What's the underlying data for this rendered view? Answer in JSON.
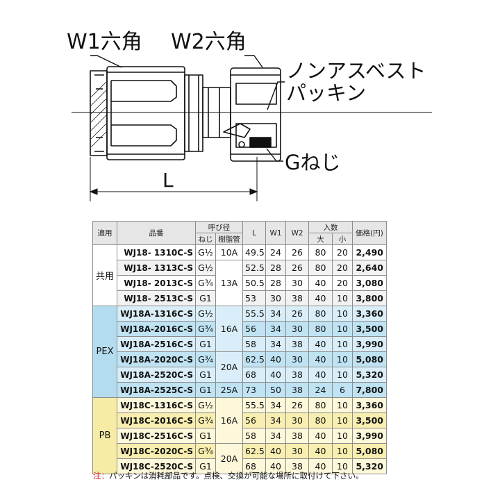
{
  "drawing": {
    "label_w1": "W1六角",
    "label_w2": "W2六角",
    "label_packing_line1": "ノンアスベスト",
    "label_packing_line2": "パッキン",
    "label_gthread": "Gねじ",
    "label_l": "L"
  },
  "colors": {
    "header_bg": "#e6e6e6",
    "pex_bg": "#d9eef8",
    "pex_band": "#bfe3f3",
    "pex_category": "#b4dcef",
    "pb_bg": "#fdf8d9",
    "pb_band": "#f8eeaf",
    "pb_category": "#f6eca6",
    "note_mark": "#d8192a"
  },
  "table": {
    "headers": {
      "usage": "適用",
      "part_no": "品番",
      "nominal": "呼び径",
      "thread": "ねじ",
      "resin_pipe": "樹脂管",
      "l": "L",
      "w1": "W1",
      "w2": "W2",
      "qty": "入数",
      "large": "大",
      "small": "小",
      "price": "価格(円)"
    },
    "groups": [
      {
        "name": "共用",
        "rows": [
          {
            "part": "WJ18-  1310C-S",
            "thread": "G½",
            "pipe": "10A",
            "l": "49.5",
            "w1": "24",
            "w2": "26",
            "large": "80",
            "small": "20",
            "price": "2,490"
          },
          {
            "part": "WJ18-  1313C-S",
            "thread": "G½",
            "pipe": "",
            "l": "52.5",
            "w1": "28",
            "w2": "26",
            "large": "80",
            "small": "20",
            "price": "2,640"
          },
          {
            "part": "WJ18-  2013C-S",
            "thread": "G¾",
            "pipe": "13A",
            "l": "50.5",
            "w1": "28",
            "w2": "30",
            "large": "40",
            "small": "20",
            "price": "3,080"
          },
          {
            "part": "WJ18-  2513C-S",
            "thread": "G1",
            "pipe": "",
            "l": "53",
            "w1": "30",
            "w2": "38",
            "large": "40",
            "small": "10",
            "price": "3,800"
          }
        ]
      },
      {
        "name": "PEX",
        "rows": [
          {
            "part": "WJ18A-1316C-S",
            "thread": "G½",
            "pipe": "",
            "l": "55.5",
            "w1": "34",
            "w2": "26",
            "large": "80",
            "small": "10",
            "price": "3,360"
          },
          {
            "part": "WJ18A-2016C-S",
            "thread": "G¾",
            "pipe": "16A",
            "l": "56",
            "w1": "34",
            "w2": "30",
            "large": "80",
            "small": "10",
            "price": "3,500"
          },
          {
            "part": "WJ18A-2516C-S",
            "thread": "G1",
            "pipe": "",
            "l": "58",
            "w1": "34",
            "w2": "38",
            "large": "40",
            "small": "10",
            "price": "3,990"
          },
          {
            "part": "WJ18A-2020C-S",
            "thread": "G¾",
            "pipe": "20A",
            "l": "62.5",
            "w1": "40",
            "w2": "30",
            "large": "40",
            "small": "10",
            "price": "5,080"
          },
          {
            "part": "WJ18A-2520C-S",
            "thread": "G1",
            "pipe": "",
            "l": "68",
            "w1": "40",
            "w2": "38",
            "large": "40",
            "small": "10",
            "price": "5,320"
          },
          {
            "part": "WJ18A-2525C-S",
            "thread": "G1",
            "pipe": "25A",
            "l": "73",
            "w1": "50",
            "w2": "38",
            "large": "24",
            "small": "6",
            "price": "7,800"
          }
        ]
      },
      {
        "name": "PB",
        "rows": [
          {
            "part": "WJ18C-1316C-S",
            "thread": "G½",
            "pipe": "",
            "l": "55.5",
            "w1": "34",
            "w2": "26",
            "large": "80",
            "small": "10",
            "price": "3,360"
          },
          {
            "part": "WJ18C-2016C-S",
            "thread": "G¾",
            "pipe": "16A",
            "l": "56",
            "w1": "34",
            "w2": "30",
            "large": "80",
            "small": "10",
            "price": "3,500"
          },
          {
            "part": "WJ18C-2516C-S",
            "thread": "G1",
            "pipe": "",
            "l": "58",
            "w1": "34",
            "w2": "38",
            "large": "40",
            "small": "10",
            "price": "3,990"
          },
          {
            "part": "WJ18C-2020C-S",
            "thread": "G¾",
            "pipe": "20A",
            "l": "62.5",
            "w1": "40",
            "w2": "30",
            "large": "40",
            "small": "10",
            "price": "5,080"
          },
          {
            "part": "WJ18C-2520C-S",
            "thread": "G1",
            "pipe": "",
            "l": "68",
            "w1": "40",
            "w2": "38",
            "large": "40",
            "small": "10",
            "price": "5,320"
          }
        ]
      }
    ]
  },
  "note": {
    "mark": "注：",
    "text": "パッキンは消耗部品です。点検、交換が可能な場所に取付けて下さい。"
  }
}
